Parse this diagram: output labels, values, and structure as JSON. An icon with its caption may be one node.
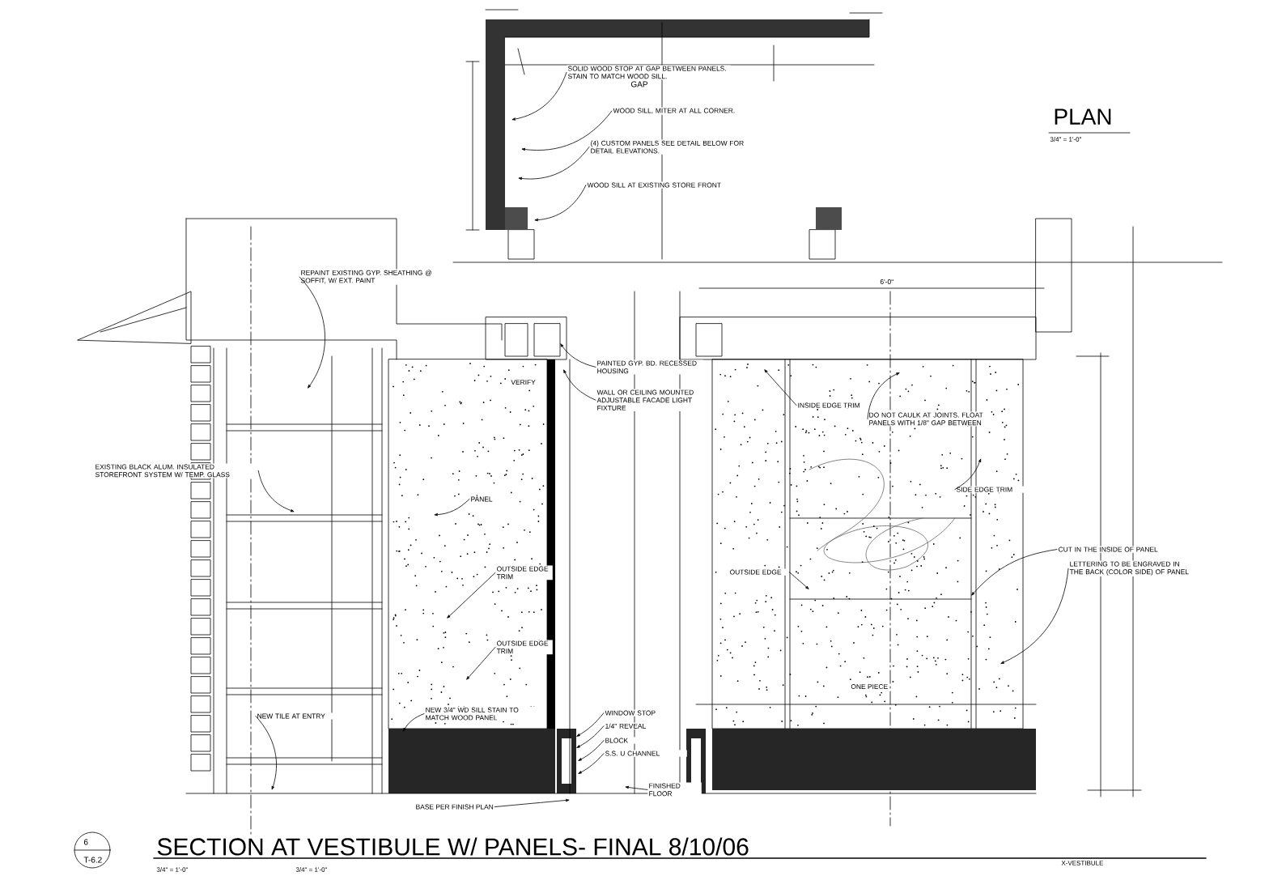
{
  "diagram": {
    "title": "SECTION AT VESTIBULE W/ PANELS- FINAL 8/10/06",
    "nodes": [
      {
        "text": [
          "SOLID WOOD STOP AT GAP BETWEEN PANELS. STAIN TO MATCH WOOD SILL."
        ]
      },
      {
        "text": [
          "WOOD SILL, MITER AT ALL CORNER."
        ]
      },
      {
        "text": [
          "(4) CUSTOM PANELS SEE DETAIL BELOW FOR DETAIL ELEVATIONS."
        ]
      },
      {
        "text": [
          "WOOD SILL AT EXISTING STORE FRONT"
        ]
      },
      {
        "text": [
          "REPAINT EXISTING GYP. SHEATHING @ SOFFIT, W/ EXT. PAINT"
        ]
      },
      {
        "text": [
          "EXISTING BLACK ALUM. INSULATED STOREFRONT SYSTEM W/ TEMP. GLASS"
        ]
      },
      {
        "text": [
          "PANEL"
        ]
      },
      {
        "text": [
          "OUTSIDE EDGE TRIM"
        ]
      },
      {
        "text": [
          "OUTSIDE EDGE TRIM"
        ]
      },
      {
        "text": [
          "NEW TILE AT ENTRY"
        ]
      },
      {
        "text": [
          "NEW 3/4\" WD SILL STAIN TO MATCH WOOD PANEL"
        ]
      },
      {
        "text": [
          "BASE PER FINISH PLAN"
        ]
      },
      {
        "text": [
          "PAINTED GYP. BD. RECESSED HOUSING"
        ]
      },
      {
        "text": [
          "WALL OR CEILING MOUNTED ADJUSTABLE FACADE LIGHT FIXTURE"
        ]
      },
      {
        "text": [
          "WINDOW STOP"
        ]
      },
      {
        "text": [
          "1/4\" REVEAL"
        ]
      },
      {
        "text": [
          "BLOCK"
        ]
      },
      {
        "text": [
          "S.S. U CHANNEL"
        ]
      },
      {
        "text": [
          "FINISHED FLOOR"
        ]
      },
      {
        "text": [
          "INSIDE EDGE TRIM"
        ]
      },
      {
        "text": [
          "DO NOT CAULK AT JOINTS. FLOAT PANELS WITH 1/8\" GAP BETWEEN"
        ]
      },
      {
        "text": [
          "SIDE EDGE TRIM"
        ]
      },
      {
        "text": [
          "OUTSIDE EDGE"
        ]
      },
      {
        "text": [
          "CUT IN THE INSIDE OF PANEL"
        ]
      },
      {
        "text": [
          "LETTERING TO BE ENGRAVED IN THE BACK (COLOR SIDE) OF PANEL"
        ]
      }
    ],
    "edges": [
      {
        "from": 0,
        "to": null,
        "arrow": "to"
      },
      {
        "from": 1,
        "to": null,
        "arrow": "to"
      },
      {
        "from": 2,
        "to": null,
        "arrow": "to"
      },
      {
        "from": 3,
        "to": null,
        "arrow": "to"
      },
      {
        "from": 4,
        "to": null,
        "arrow": "to"
      },
      {
        "from": 5,
        "to": null,
        "arrow": "to"
      },
      {
        "from": 6,
        "to": null,
        "arrow": "to"
      },
      {
        "from": 7,
        "to": null,
        "arrow": "to"
      },
      {
        "from": 8,
        "to": null,
        "arrow": "to"
      },
      {
        "from": 9,
        "to": null,
        "arrow": "to"
      },
      {
        "from": 10,
        "to": null,
        "arrow": "to"
      },
      {
        "from": 11,
        "to": null,
        "arrow": "to"
      },
      {
        "from": 12,
        "to": null,
        "arrow": "to"
      },
      {
        "from": 13,
        "to": null,
        "arrow": "to"
      },
      {
        "from": 14,
        "to": null,
        "arrow": "to"
      },
      {
        "from": 15,
        "to": null,
        "arrow": "to"
      },
      {
        "from": 16,
        "to": null,
        "arrow": "to"
      },
      {
        "from": 17,
        "to": null,
        "arrow": "to"
      },
      {
        "from": 18,
        "to": null,
        "arrow": "to"
      },
      {
        "from": 19,
        "to": null,
        "arrow": "to"
      },
      {
        "from": 20,
        "to": null,
        "arrow": "to"
      },
      {
        "from": 21,
        "to": null,
        "arrow": "to"
      },
      {
        "from": 22,
        "to": null,
        "arrow": "to"
      },
      {
        "from": 23,
        "to": null,
        "arrow": "to"
      },
      {
        "from": 24,
        "to": null,
        "arrow": "to"
      }
    ],
    "labels": [
      "GAP",
      "PLAN",
      "3/4\" = 1'-0\"",
      "VERIFY",
      "6'-0\"",
      "ONE PIECE",
      "6",
      "T-6.2",
      "3/4\" = 1'-0\"",
      "3/4\" = 1'-0\"",
      "X-VESTIBULE"
    ]
  }
}
